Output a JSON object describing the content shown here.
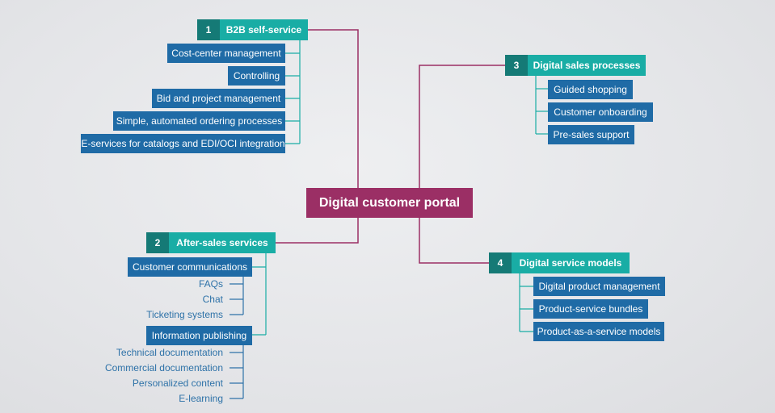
{
  "center": {
    "label": "Digital customer portal"
  },
  "branches": [
    {
      "number": "1",
      "title": "B2B self-service",
      "items": [
        "Cost-center management",
        "Controlling",
        "Bid and project management",
        "Simple, automated ordering processes",
        "E-services for catalogs and EDI/OCI integration"
      ]
    },
    {
      "number": "2",
      "title": "After-sales services",
      "groups": [
        {
          "label": "Customer communications",
          "subitems": [
            "FAQs",
            "Chat",
            "Ticketing systems"
          ]
        },
        {
          "label": "Information publishing",
          "subitems": [
            "Technical documentation",
            "Commercial documentation",
            "Personalized content",
            "E-learning"
          ]
        }
      ]
    },
    {
      "number": "3",
      "title": "Digital sales processes",
      "items": [
        "Guided shopping",
        "Customer onboarding",
        "Pre-sales support"
      ]
    },
    {
      "number": "4",
      "title": "Digital service models",
      "items": [
        "Digital product management",
        "Product-service bundles",
        "Product-as-a-service models"
      ]
    }
  ],
  "colors": {
    "center": "#9b2f65",
    "header_number": "#157a76",
    "header_label": "#19ada5",
    "leaf": "#1f6ba6",
    "connector_main": "#9b2f65",
    "connector_leaf": "#19ada5",
    "sub_text": "#2e72a8"
  }
}
